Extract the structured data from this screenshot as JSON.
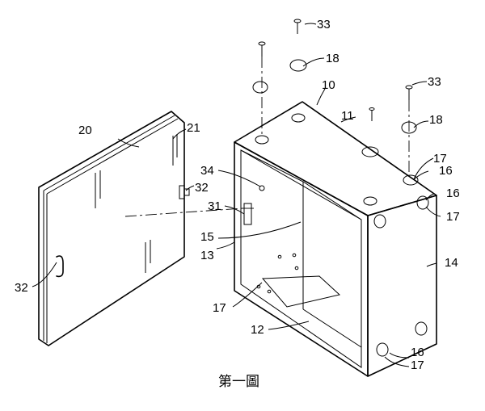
{
  "caption": "第一圖",
  "labels": {
    "l10": "10",
    "l11": "11",
    "l12": "12",
    "l13": "13",
    "l14": "14",
    "l15": "15",
    "l16": "16",
    "l17": "17",
    "l18": "18",
    "l20": "20",
    "l21": "21",
    "l31": "31",
    "l32": "32",
    "l33": "33",
    "l34": "34"
  }
}
